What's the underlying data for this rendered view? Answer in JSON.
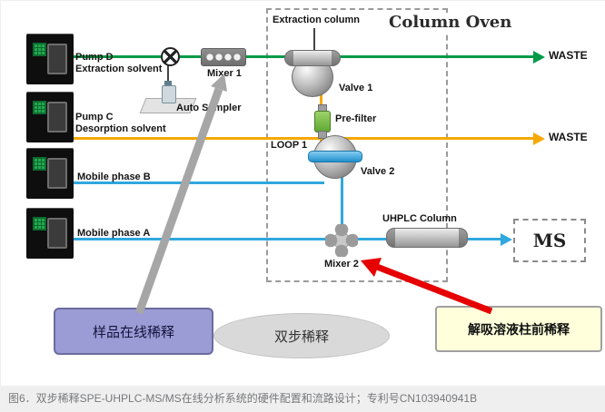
{
  "labels": {
    "pump_d": "Pump D",
    "pump_d_solvent": "Extraction solvent",
    "pump_c": "Pump C",
    "pump_c_solvent": "Desorption solvent",
    "mobile_b": "Mobile phase B",
    "mobile_a": "Mobile phase A",
    "mixer1": "Mixer 1",
    "auto_sampler": "Auto Sampler",
    "extraction_column": "Extraction column",
    "column_oven": "Column Oven",
    "valve1": "Valve 1",
    "pre_filter": "Pre-filter",
    "loop1": "LOOP 1",
    "valve2": "Valve 2",
    "mixer2": "Mixer 2",
    "uhplc_column": "UHPLC Column",
    "ms": "MS",
    "waste_extraction": "WASTE",
    "waste_desorption": "WASTE"
  },
  "callouts": {
    "sample_online_dilution": "样品在线稀释",
    "two_step_dilution": "双步稀释",
    "desorption_precolumn_dilution": "解吸溶液柱前稀释"
  },
  "caption": "图6．双步稀释SPE-UHPLC-MS/MS在线分析系统的硬件配置和流路设计；专利号CN103940941B",
  "colors": {
    "extraction_flow_green": "#009a47",
    "desorption_flow_orange": "#f6a800",
    "mobile_phase_flow_blue": "#2fa8dd",
    "highlight_arrow_red": "#e60000",
    "annotation_arrow_gray": "#a6a6a6",
    "callout_purple": "#9b9bd6",
    "callout_gray": "#d9d9d9",
    "callout_yellow": "#ffffdb"
  },
  "icons": {
    "injection_valve_icon": "circle-x",
    "sample_vial_icon": "vial"
  }
}
